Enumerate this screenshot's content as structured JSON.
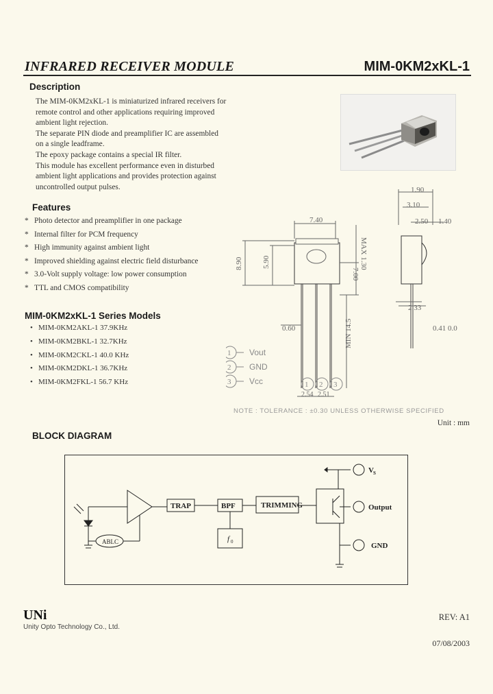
{
  "header": {
    "title": "INFRARED RECEIVER MODULE",
    "part_number": "MIM-0KM2xKL-1"
  },
  "description": {
    "heading": "Description",
    "lines": [
      "The MIM-0KM2xKL-1 is miniaturized infrared receivers for",
      "remote control and other applications requiring improved",
      "ambient light rejection.",
      "The separate PIN diode and preamplifier IC are assembled",
      "on a single leadframe.",
      "The epoxy package contains a special IR filter.",
      "This module has excellent performance even in disturbed",
      "ambient light applications and provides protection against",
      "uncontrolled output pulses."
    ]
  },
  "features": {
    "heading": "Features",
    "items": [
      "Photo detector and preamplifier in one package",
      "Internal filter for PCM frequency",
      "High immunity against ambient light",
      "Improved shielding against electric field disturbance",
      "3.0-Volt supply voltage: low power consumption",
      "TTL and CMOS compatibility"
    ]
  },
  "models": {
    "heading": "MIM-0KM2xKL-1 Series Models",
    "items": [
      "MIM-0KM2AKL-1 37.9KHz",
      "MIM-0KM2BKL-1 32.7KHz",
      "MIM-0KM2CKL-1 40.0 KHz",
      "MIM-0KM2DKL-1 36.7KHz",
      "MIM-0KM2FKL-1 56.7 KHz"
    ]
  },
  "drawing": {
    "dims": {
      "top_width": "7.40",
      "max_width": "MAX 1.30",
      "left_height": "8.90",
      "inner_height": "5.90",
      "lower_height": "7.00",
      "lead_length": "MIN 14.5",
      "lead_gap": "0.60",
      "pitch_left": "2.54",
      "pitch_right": "2.51",
      "side_top": "1.90",
      "side_body": "3.10",
      "side_a": "2.50",
      "side_b": "1.40",
      "side_lead": "2.33",
      "side_lead_w": "0.41 0.0"
    },
    "pins": [
      {
        "num": "1",
        "label": "Vout"
      },
      {
        "num": "2",
        "label": "GND"
      },
      {
        "num": "3",
        "label": "Vcc"
      }
    ],
    "pin_numbers": [
      "1",
      "2",
      "3"
    ],
    "note": "NOTE : TOLERANCE : ±0.30 UNLESS OTHERWISE SPECIFIED",
    "unit": "Unit : mm"
  },
  "block_diagram": {
    "heading": "BLOCK DIAGRAM",
    "blocks": {
      "trap": "TRAP",
      "bpf": "BPF",
      "trimming": "TRIMMING",
      "ablc": "ABLC",
      "f0": "f",
      "f0_sub": "0"
    },
    "terminals": {
      "vs": "V",
      "vs_sub": "S",
      "output": "Output",
      "gnd": "GND"
    }
  },
  "footer": {
    "logo": "UNi",
    "company": "Unity Opto Technology Co., Ltd.",
    "rev": "REV: A1",
    "date": "07/08/2003"
  }
}
